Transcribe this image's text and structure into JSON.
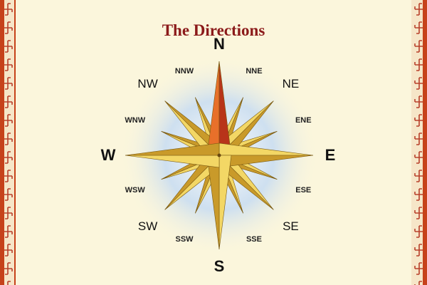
{
  "title": "The Directions",
  "directions": {
    "cardinal": [
      "N",
      "E",
      "S",
      "W"
    ],
    "intercardinal": [
      "NE",
      "SE",
      "SW",
      "NW"
    ],
    "secondary_intercardinal": [
      "NNE",
      "ENE",
      "ESE",
      "SSE",
      "SSW",
      "WSW",
      "WNW",
      "NNW"
    ]
  },
  "colors": {
    "background": "#fbf6dc",
    "border": "#c6421a",
    "title": "#8b1a1a",
    "north_point": "#d2491e",
    "star_gold": "#e8c23a",
    "glow": "#b9d3ee"
  }
}
